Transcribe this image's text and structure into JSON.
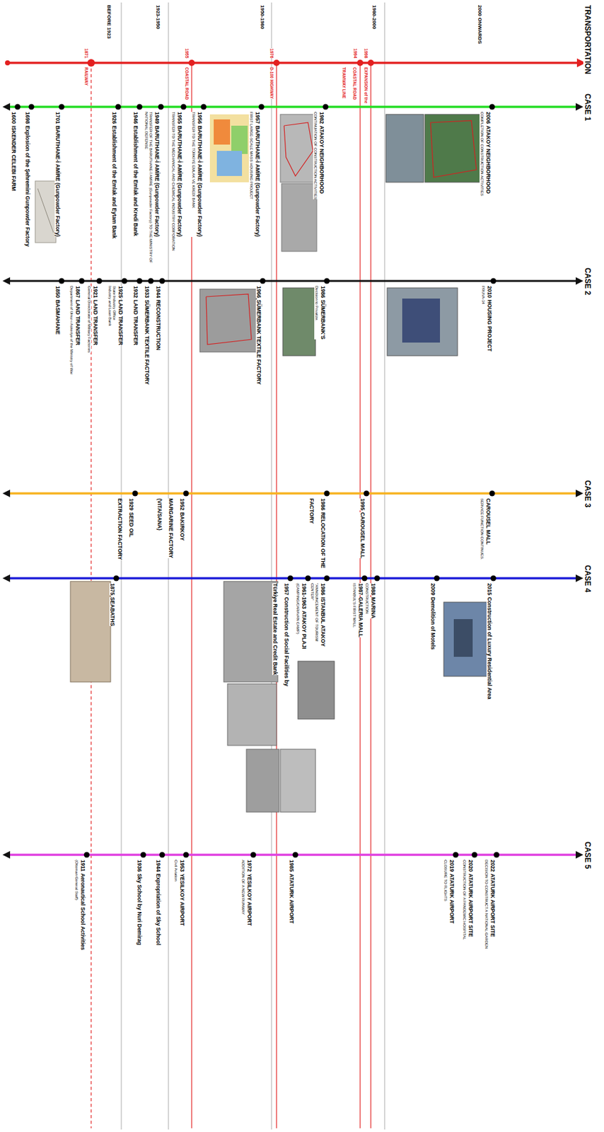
{
  "diagram": {
    "labels": [
      "TRANSPORTATION",
      "BEFORE 1923",
      "1923-1950",
      "1950-1980",
      "1980-2000",
      "2000 ONWARDS",
      "1871",
      "RAILWAY",
      "1955",
      "COASTAL ROAD",
      "1976",
      "D-100 HIGHWAY",
      "1994",
      "METRO AND TRAMWAY LINE",
      "1998",
      "EXPANSION of the COASTAL ROAD",
      "CASE 1",
      "1600",
      "ISKENDER CELEBI FARM",
      "1698",
      "Explosion of the Şehremini Gunpowder Factory",
      "1701",
      "BARUTHANE-İ AMİRE (Gunpowder Factory)",
      "1926",
      "Establishment of the Emlak and Eytam Bank",
      "1946",
      "Establishment of the Emlak and Kredi Bank",
      "1949",
      "BARUTHANE-İ AMİRE (Gunpowder Factory)",
      "TRANSFER OF THE BARUTHANE-İ AMİRE (Gunpowder Factory) TO THE MINISTRY OF NATIONAL DEFENSE",
      "1955",
      "BARUTHANE-İ AMİRE (Gunpowder Factory)",
      "TRANSFER TO THE MECHANICAL AND CHEMICAL INDUSTRY CORPORATION",
      "1956",
      "BARUTHANE-İ AMİRE (Gunpowder Factory)",
      "TRANSFER TO THE TÜRKİYE EMLAK VE KREDİ BANK",
      "1957",
      "BARUTHANE-İ AMİRE (Gunpowder Factory)",
      "FIRST LARGE-SCALE MASS HOUSING PROJECT",
      "1982",
      "ATAKOY NEIGHBORHOOD",
      "CONTINUATION OF CONSTRUCTION ACTIVITIES",
      "2006",
      "ATAKOY NEIGHBORHOOD",
      "COMPLETION OF CONSTRUCTION ACTIVITIES",
      "CASE 2",
      "1850",
      "BASMAHANE",
      "1867",
      "LAND TRANSFER",
      "Department of Umur-ı Askeriye of the Ministry of War",
      "1921",
      "LAND TRANSFER",
      "General Directorate of Military Factories",
      "1925",
      "LAND TRANSFER",
      "State Industry Office",
      "Industry and Loan Bank",
      "1932",
      "LAND TRANSFER",
      "1933",
      "SÜMERBANK TEXTILE FACTORY",
      "1944",
      "RECONSTRUCTION",
      "1966",
      "SÜMERBANK TEXTILE FACTORY",
      "1986",
      "SÜMERBANK'S",
      "Decision to Privatize.",
      "2010",
      "HOUSING PROJECT",
      "PRUVA-34",
      "CASE 3",
      "1929",
      "SEED OIL EXTRACTION FACTORY",
      "1952",
      "BAKIRKOY MARGARINE FACTORY (VITA/SANA)",
      "1986",
      "RELOCATION OF THE FACTORY",
      "1995",
      "CAROUSEL MALL",
      "CAROUSEL MALL",
      "SERVICE FUNCTION CONTINUES.",
      "CASE 4",
      "1875",
      "SEABATHS",
      "1957",
      "Construction of Social Facilities by Türkiye Real Estate and Credit Bank",
      "1961-1963",
      "ATAKOY PLAJI",
      "(CAMPING/CARAVAN CAMP)",
      "1986",
      "ISTANBUL ATAKOY",
      "\"ANNOUNCEMENT OF TOURISM CENTER\"",
      "1987",
      "GALERIA MALL",
      "ISTANBUL'S FIRST MALL",
      "1988",
      "MARINA",
      "CONSTRUCTION",
      "2009",
      "Demolition of Motels",
      "2015",
      "Construction of Luxury Residential Area",
      "CASE 5",
      "1911",
      "Aeronautical School Activities",
      "(Ottoman General Staff)",
      "1936",
      "Sky School by Nuri Demirag",
      "1944",
      "Expropriation of Sky School",
      "1953",
      "YESILKOY AIRPORT",
      "Civil Aviation",
      "1972",
      "YESILKOY AIRPORT",
      "ADDITION OF A NEW RUNWAY",
      "1985",
      "ATATURK AIRPORT",
      "2019",
      "ATATURK AIRPORT",
      "CLOSURE TO FLIGHTS",
      "2020",
      "ATATURK AIRPORT SITE",
      "CONSTRUCTION OF A PANDEMIC HOSPITAL",
      "2022",
      "ATATURK AIRPORT SITE",
      "DECISION TO CONSTRUCT A NATIONAL GARDEN"
    ]
  }
}
